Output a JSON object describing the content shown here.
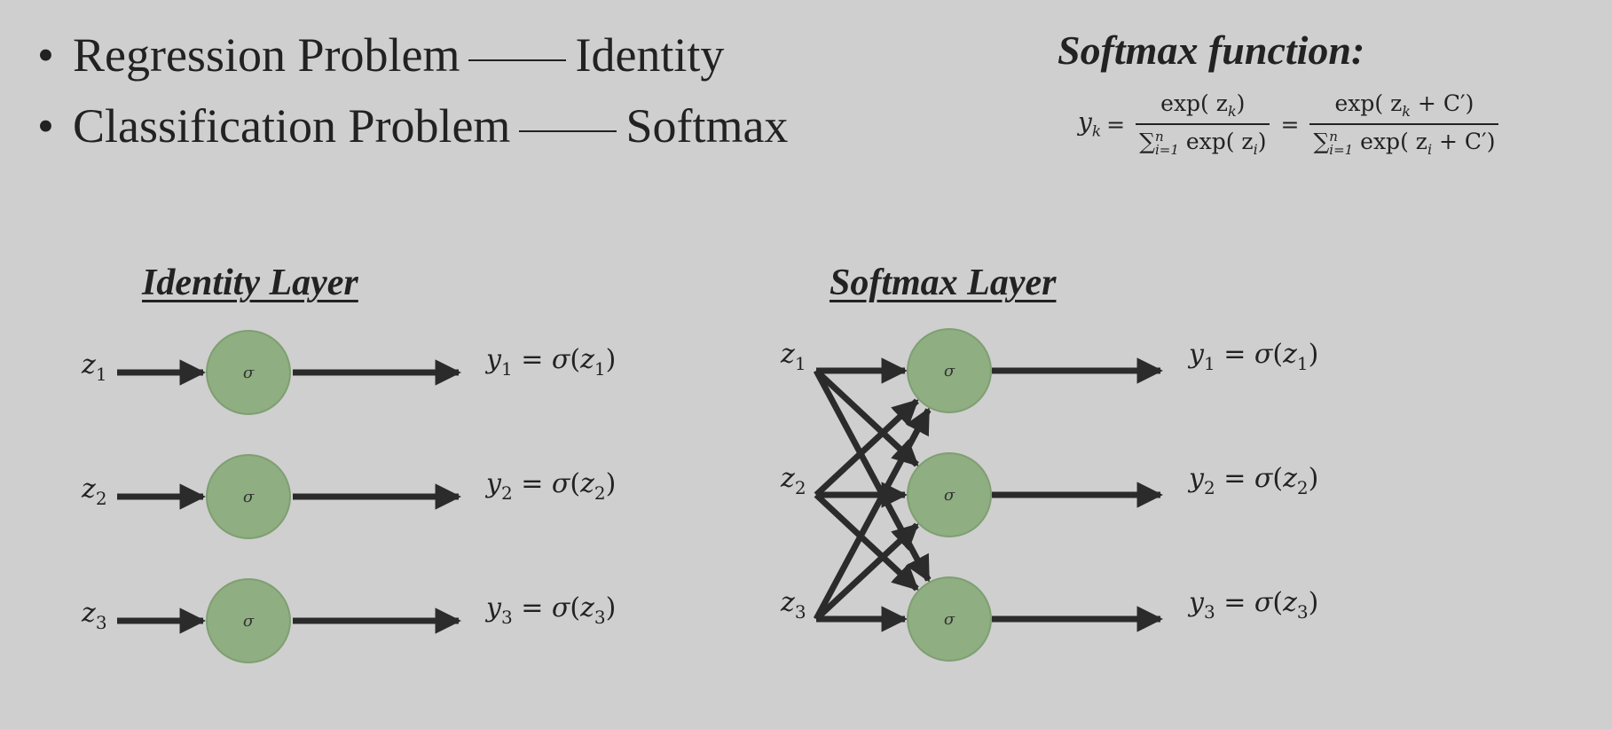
{
  "bullets": [
    {
      "left": "Regression Problem",
      "right": "Identity"
    },
    {
      "left": "Classification Problem",
      "right": "Softmax"
    }
  ],
  "softmax": {
    "title": "Softmax function:",
    "lhs": "y",
    "lhs_sub": "k",
    "frac1_num": "exp( z",
    "frac1_num_sub": "k",
    "frac1_num_end": ")",
    "frac1_den": "∑",
    "frac1_den_sup": "n",
    "frac1_den_sub": "i=1",
    "frac1_den_rest": " exp( z",
    "frac1_den_rest_sub": "i",
    "frac1_den_end": ")",
    "frac2_num": "exp( z",
    "frac2_num_sub": "k",
    "frac2_num_end": " + C′)",
    "frac2_den": "∑",
    "frac2_den_sup": "n",
    "frac2_den_sub": "i=1",
    "frac2_den_rest": " exp( z",
    "frac2_den_rest_sub": "i",
    "frac2_den_end": " + C′)"
  },
  "identity_layer": {
    "title": "Identity Layer",
    "inputs": [
      "1",
      "2",
      "3"
    ],
    "outputs": [
      "1",
      "2",
      "3"
    ]
  },
  "softmax_layer": {
    "title": "Softmax Layer",
    "inputs": [
      "1",
      "2",
      "3"
    ],
    "outputs": [
      "1",
      "2",
      "3"
    ]
  },
  "node_symbol": "σ",
  "input_var": "z",
  "output_var": "y",
  "colors": {
    "background": "#cfcfcf",
    "node": "#8fae81",
    "node_stroke": "#7f9f72",
    "ink": "#2b2b2b"
  }
}
